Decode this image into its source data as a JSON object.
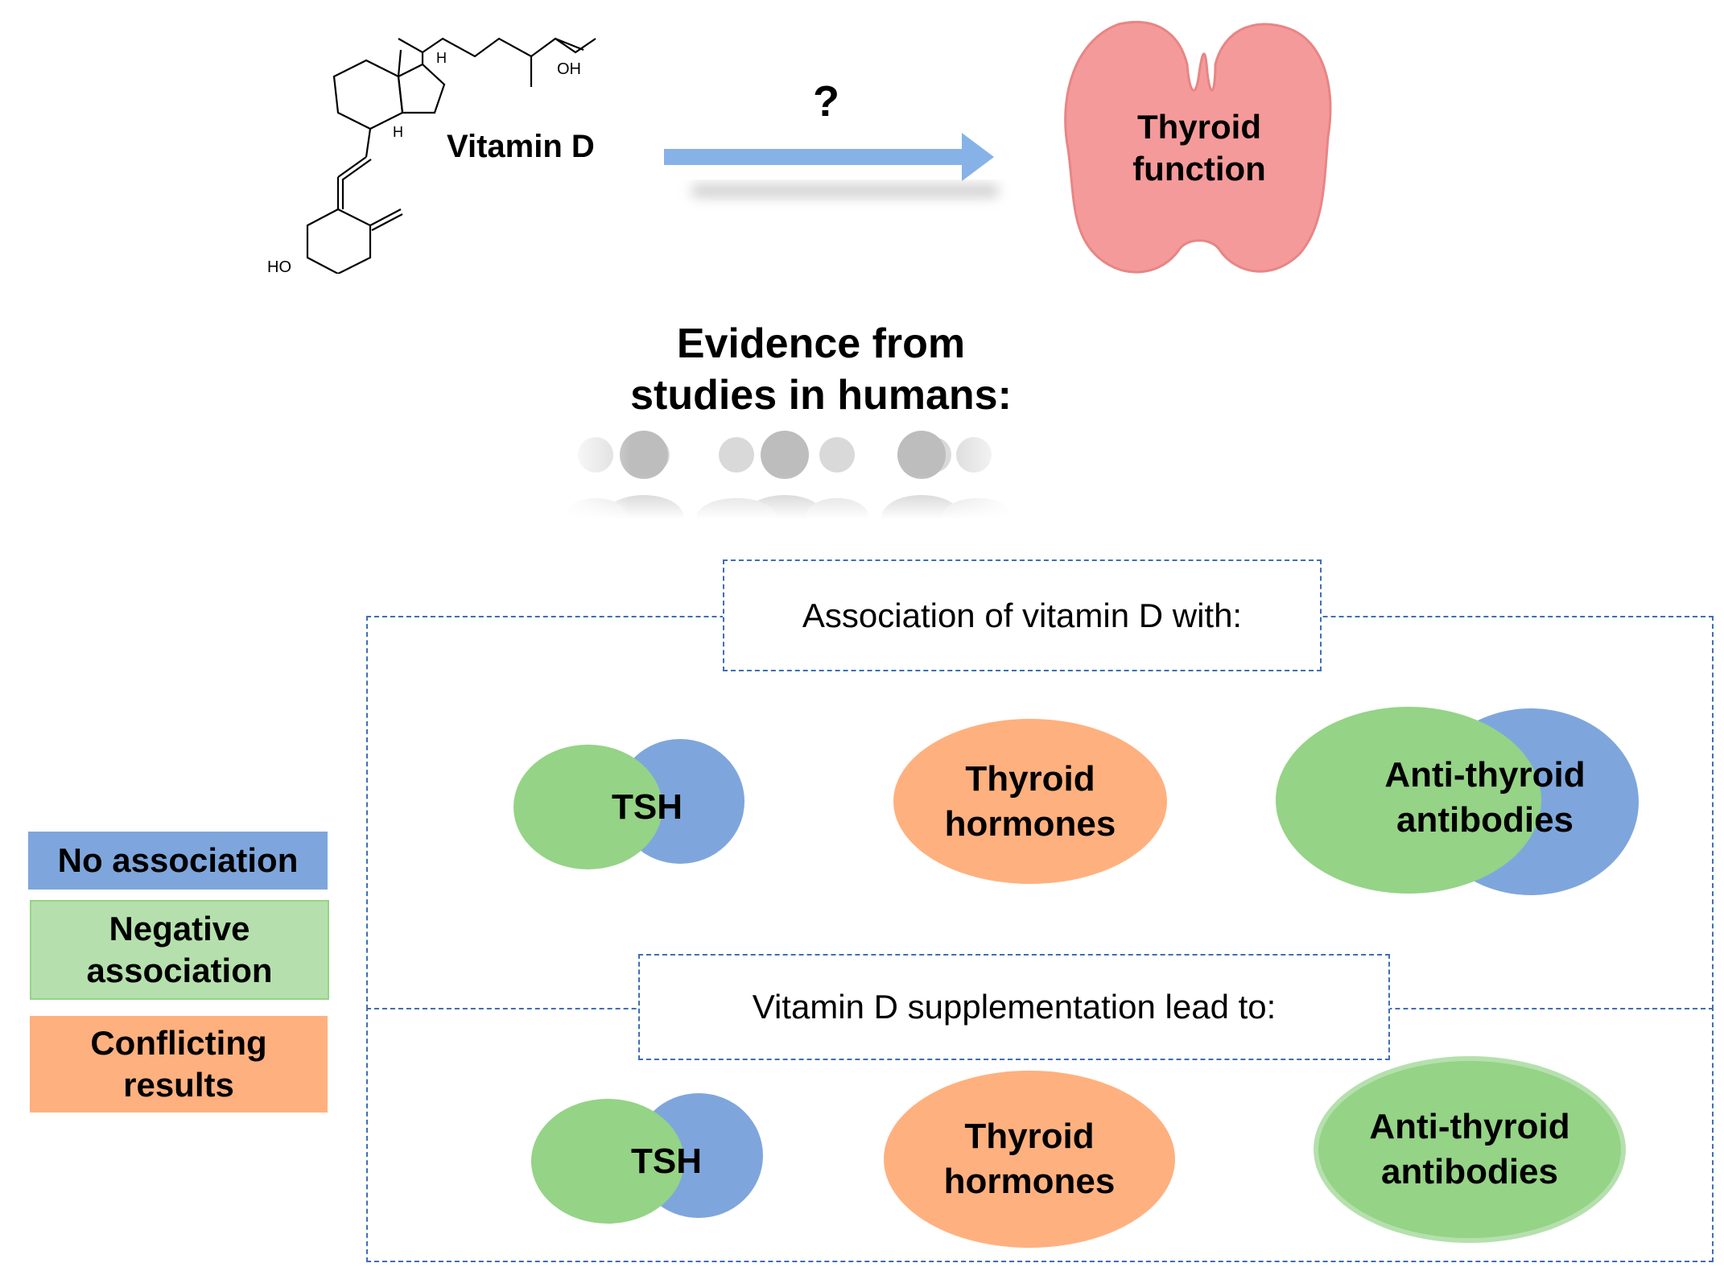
{
  "top": {
    "vitamin_label": "Vitamin D",
    "question_mark": "?",
    "thyroid_label_line1": "Thyroid",
    "thyroid_label_line2": "function",
    "molecule": {
      "oh_top": "OH",
      "ho_bottom": "HO",
      "h1": "H",
      "h2": "H"
    }
  },
  "evidence": {
    "line1": "Evidence from",
    "line2": "studies in humans:"
  },
  "association_section": {
    "header": "Association of vitamin  D with:",
    "items": [
      {
        "label": "TSH"
      },
      {
        "line1": "Thyroid",
        "line2": "hormones"
      },
      {
        "line1": "Anti-thyroid",
        "line2": "antibodies"
      }
    ]
  },
  "supplementation_section": {
    "header": "Vitamin  D supplementation  lead to:",
    "items": [
      {
        "label": "TSH"
      },
      {
        "line1": "Thyroid",
        "line2": "hormones"
      },
      {
        "line1": "Anti-thyroid",
        "line2": "antibodies"
      }
    ]
  },
  "legend": [
    {
      "label": "No association",
      "color": "#7ea6dc"
    },
    {
      "line1": "Negative",
      "line2": "association",
      "color": "#b5e0ad"
    },
    {
      "line1": "Conflicting",
      "line2": "results",
      "color": "#ffb07f"
    }
  ],
  "colors": {
    "blue": "#7ea6dc",
    "green": "#95d386",
    "orange": "#ffb07f",
    "thyroid_pink": "#f59a9a",
    "arrow_blue": "#86b2e8",
    "dash_blue": "#3e6fb6"
  }
}
